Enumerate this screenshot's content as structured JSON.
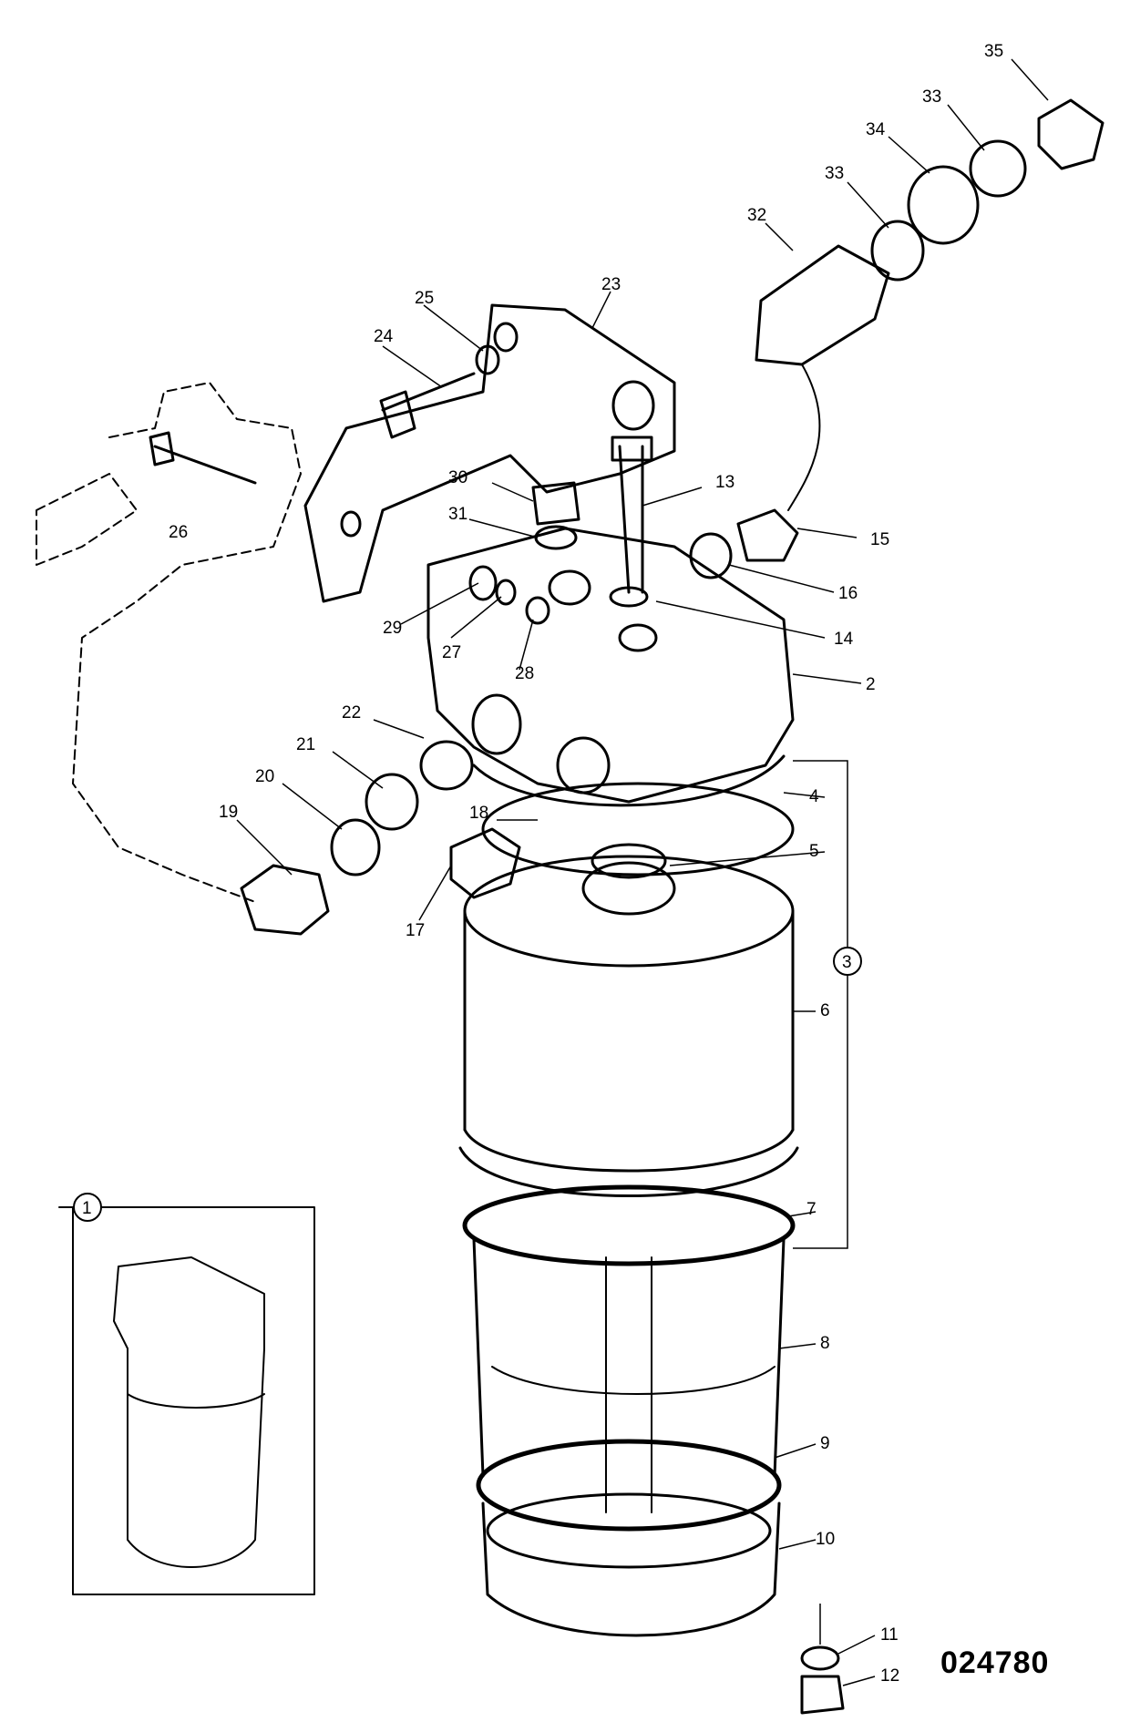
{
  "drawing_number": "024780",
  "callouts": {
    "c1": "1",
    "c2": "2",
    "c3": "3",
    "c4": "4",
    "c5": "5",
    "c6": "6",
    "c7": "7",
    "c8": "8",
    "c9": "9",
    "c10": "10",
    "c11": "11",
    "c12": "12",
    "c13": "13",
    "c14": "14",
    "c15": "15",
    "c16": "16",
    "c17": "17",
    "c19": "19",
    "c20": "20",
    "c21": "21",
    "c22": "22",
    "c23": "23",
    "c24": "24",
    "c25": "25",
    "c26": "26",
    "c27": "27",
    "c28": "28",
    "c29": "29",
    "c30": "30",
    "c31": "31",
    "c32": "32",
    "c33a": "33",
    "c33b": "33",
    "c34": "34",
    "c35": "35",
    "c18": "18"
  }
}
